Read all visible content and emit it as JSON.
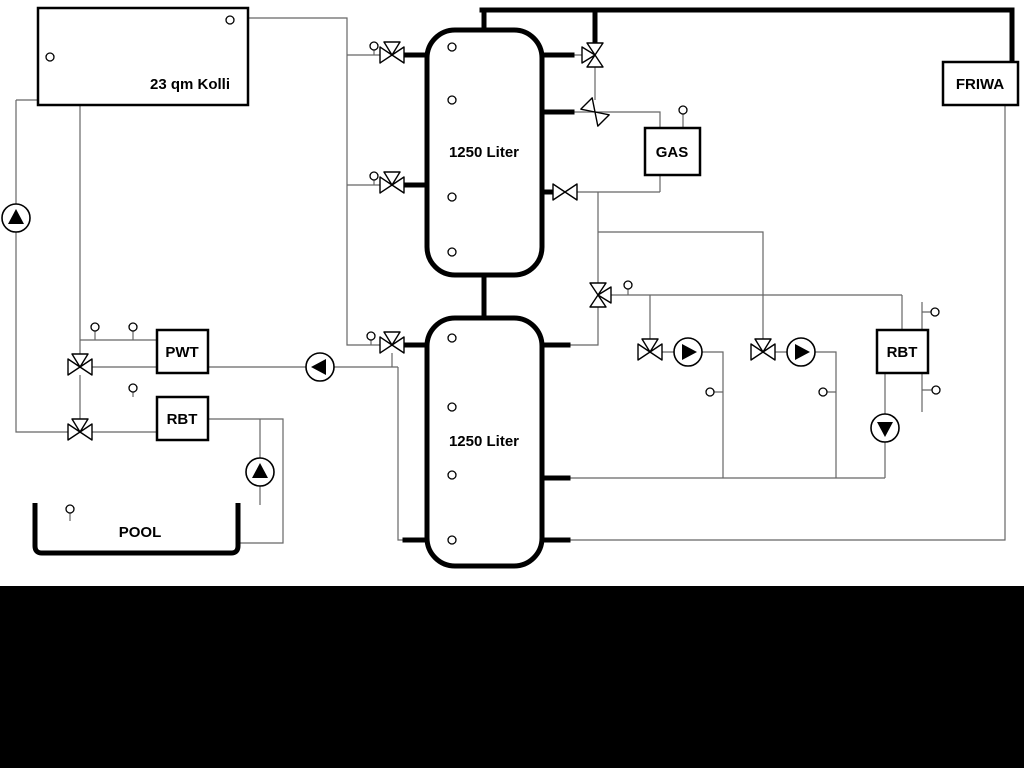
{
  "page": {
    "background": "#000000",
    "canvas_background": "#ffffff"
  },
  "diagram": {
    "collector": {
      "label": "23 qm Kolli"
    },
    "tank_top": {
      "label": "1250 Liter"
    },
    "tank_bottom": {
      "label": "1250 Liter"
    },
    "gas_boiler": {
      "label": "GAS"
    },
    "friwa": {
      "label": "FRIWA"
    },
    "pwt": {
      "label": "PWT"
    },
    "rbt_left": {
      "label": "RBT"
    },
    "rbt_right": {
      "label": "RBT"
    },
    "pool": {
      "label": "POOL"
    },
    "colors": {
      "pipe_thick": "#000000",
      "pipe_thin": "#666666",
      "component_fill": "#ffffff",
      "pump_arrow": "#000000"
    },
    "icons": {
      "pump": "circle-with-filled-triangle",
      "three_way_valve": "bowtie-with-third-port",
      "valve": "bowtie",
      "sensor": "small-circle-with-stem"
    }
  }
}
